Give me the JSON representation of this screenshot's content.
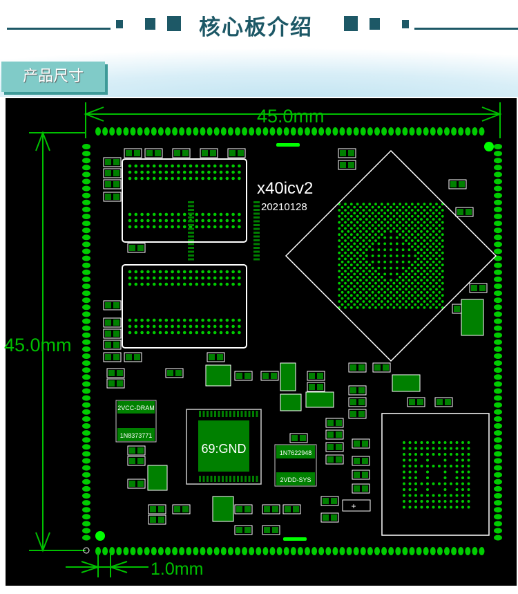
{
  "header": {
    "title": "核心板介绍",
    "section_tag": "产品尺寸"
  },
  "pcb": {
    "width_label": "45.0mm",
    "height_label": "45.0mm",
    "pitch_label": "1.0mm",
    "board_name": "x40icv2",
    "board_date": "20210128",
    "center_pad_label": "69:GND",
    "inductor1": {
      "top": "2VCC-DRAM",
      "bottom": "1N8373771"
    },
    "inductor2": {
      "top": "1N7622948",
      "bottom": "2VDD-SYS"
    },
    "plus_mark": "+",
    "colors": {
      "copper": "#008000",
      "pad": "#00cc00",
      "silk": "#ffffff",
      "dim": "#00c000"
    }
  }
}
